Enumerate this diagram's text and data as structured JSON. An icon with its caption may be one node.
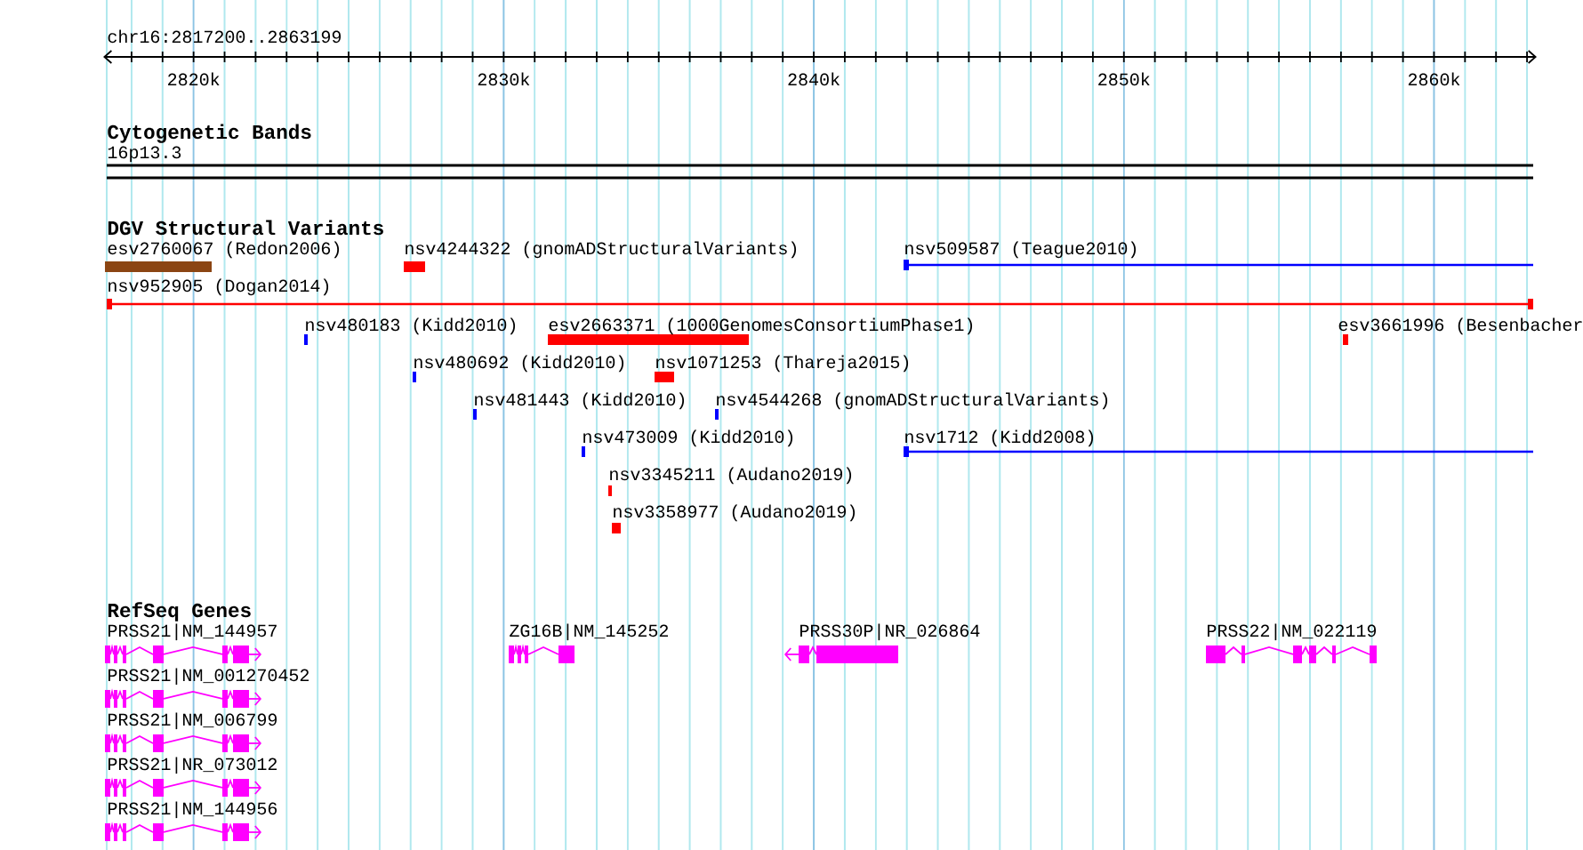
{
  "diagram": {
    "nodes": [
      {
        "text": [
          "16p13.3"
        ]
      },
      {
        "text": [
          "esv2760067 (Redon2006)"
        ]
      },
      {
        "text": [
          "nsv4244322 (gnomADStructuralVariants)"
        ]
      },
      {
        "text": [
          "nsv509587 (Teague2010)"
        ]
      },
      {
        "text": [
          "nsv952905 (Dogan2014)"
        ]
      },
      {
        "text": [
          "nsv480183 (Kidd2010)"
        ]
      },
      {
        "text": [
          "esv2663371 (1000GenomesConsortiumPhase1)"
        ]
      },
      {
        "text": [
          "esv3661996 (Besenbacher"
        ]
      },
      {
        "text": [
          "nsv480692 (Kidd2010)"
        ]
      },
      {
        "text": [
          "nsv1071253 (Thareja2015)"
        ]
      },
      {
        "text": [
          "nsv481443 (Kidd2010)"
        ]
      },
      {
        "text": [
          "nsv4544268 (gnomADStructuralVariants)"
        ]
      },
      {
        "text": [
          "nsv473009 (Kidd2010)"
        ]
      },
      {
        "text": [
          "nsv1712 (Kidd2008)"
        ]
      },
      {
        "text": [
          "nsv3345211 (Audano2019)"
        ]
      },
      {
        "text": [
          "nsv3358977 (Audano2019)"
        ]
      },
      {
        "text": [
          "PRSS21|NM_144957"
        ]
      },
      {
        "text": [
          "ZG16B|NM_145252"
        ]
      },
      {
        "text": [
          "PRSS30P|NR_026864"
        ]
      },
      {
        "text": [
          "PRSS22|NM_022119"
        ]
      },
      {
        "text": [
          "PRSS21|NM_001270452"
        ]
      },
      {
        "text": [
          "PRSS21|NM_006799"
        ]
      },
      {
        "text": [
          "PRSS21|NR_073012"
        ]
      },
      {
        "text": [
          "PRSS21|NM_144956"
        ]
      }
    ],
    "labels": [
      "chr16:2817200..2863199",
      "2820k",
      "2830k",
      "2840k",
      "2850k",
      "2860k",
      "Cytogenetic Bands",
      "DGV Structural Variants",
      "RefSeq Genes"
    ]
  }
}
